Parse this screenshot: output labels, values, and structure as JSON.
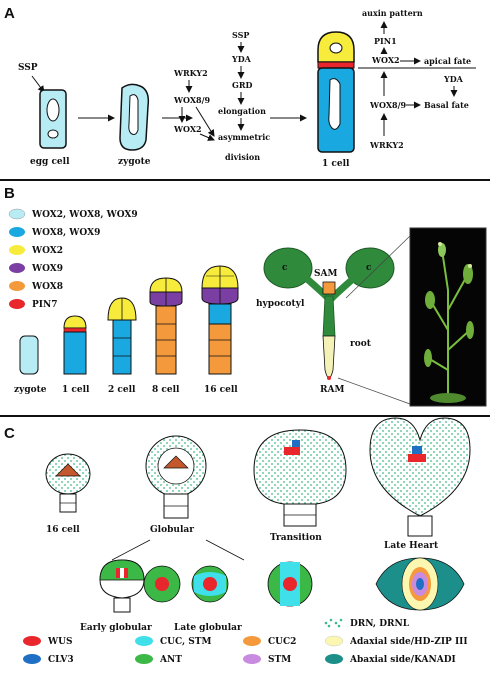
{
  "panels": {
    "a": "A",
    "b": "B",
    "c": "C"
  },
  "panel_a": {
    "ssp_left": "SSP",
    "egg_cell": "egg cell",
    "zygote": "zygote",
    "one_cell": "1 cell",
    "mid": {
      "wrky2": "WRKY2",
      "wox89": "WOX8/9",
      "wox2": "WOX2",
      "ssp": "SSP",
      "yda": "YDA",
      "grd": "GRD",
      "elongation": "elongation",
      "asymmetric": "asymmetric",
      "division": "division"
    },
    "right": {
      "auxin_pattern": "auxin pattern",
      "pin1": "PIN1",
      "wox2": "WOX2",
      "apical_fate": "apical fate",
      "yda": "YDA",
      "wox89": "WOX8/9",
      "basal_fate": "Basal fate",
      "wrky2": "WRKY2"
    }
  },
  "panel_b": {
    "legend": [
      {
        "label": "WOX2, WOX8, WOX9",
        "color": "#b8ecf5"
      },
      {
        "label": "WOX8, WOX9",
        "color": "#19a8e0"
      },
      {
        "label": "WOX2",
        "color": "#f7ec3c"
      },
      {
        "label": "WOX9",
        "color": "#7b3fa3"
      },
      {
        "label": "WOX8",
        "color": "#f49a3c"
      },
      {
        "label": "PIN7",
        "color": "#e8262b"
      }
    ],
    "stages": [
      "zygote",
      "1 cell",
      "2 cell",
      "8 cell",
      "16 cell"
    ],
    "seedling": {
      "sam": "SAM",
      "c_left": "c",
      "c_right": "c",
      "hypocotyl": "hypocotyl",
      "root": "root",
      "ram": "RAM"
    }
  },
  "panel_c": {
    "stages": [
      "16 cell",
      "Globular",
      "Transition",
      "Late Heart"
    ],
    "sub_stages": [
      "Early globular",
      "Late globular"
    ],
    "legend": [
      {
        "label": "WUS",
        "color": "#e8262b"
      },
      {
        "label": "CUC, STM",
        "color": "#3fe0ea"
      },
      {
        "label": "CUC2",
        "color": "#f49a3c"
      },
      {
        "label": "DRN, DRNL",
        "color": "#3fb98a"
      },
      {
        "label": "CLV3",
        "color": "#1f6fc4"
      },
      {
        "label": "ANT",
        "color": "#3cb846"
      },
      {
        "label": "STM",
        "color": "#c98be0"
      },
      {
        "label": "Adaxial side/HD-ZIP III",
        "color": "#fbf6b0"
      },
      {
        "label": "Abaxial side/KANADI",
        "color": "#1d8f8a"
      }
    ]
  }
}
